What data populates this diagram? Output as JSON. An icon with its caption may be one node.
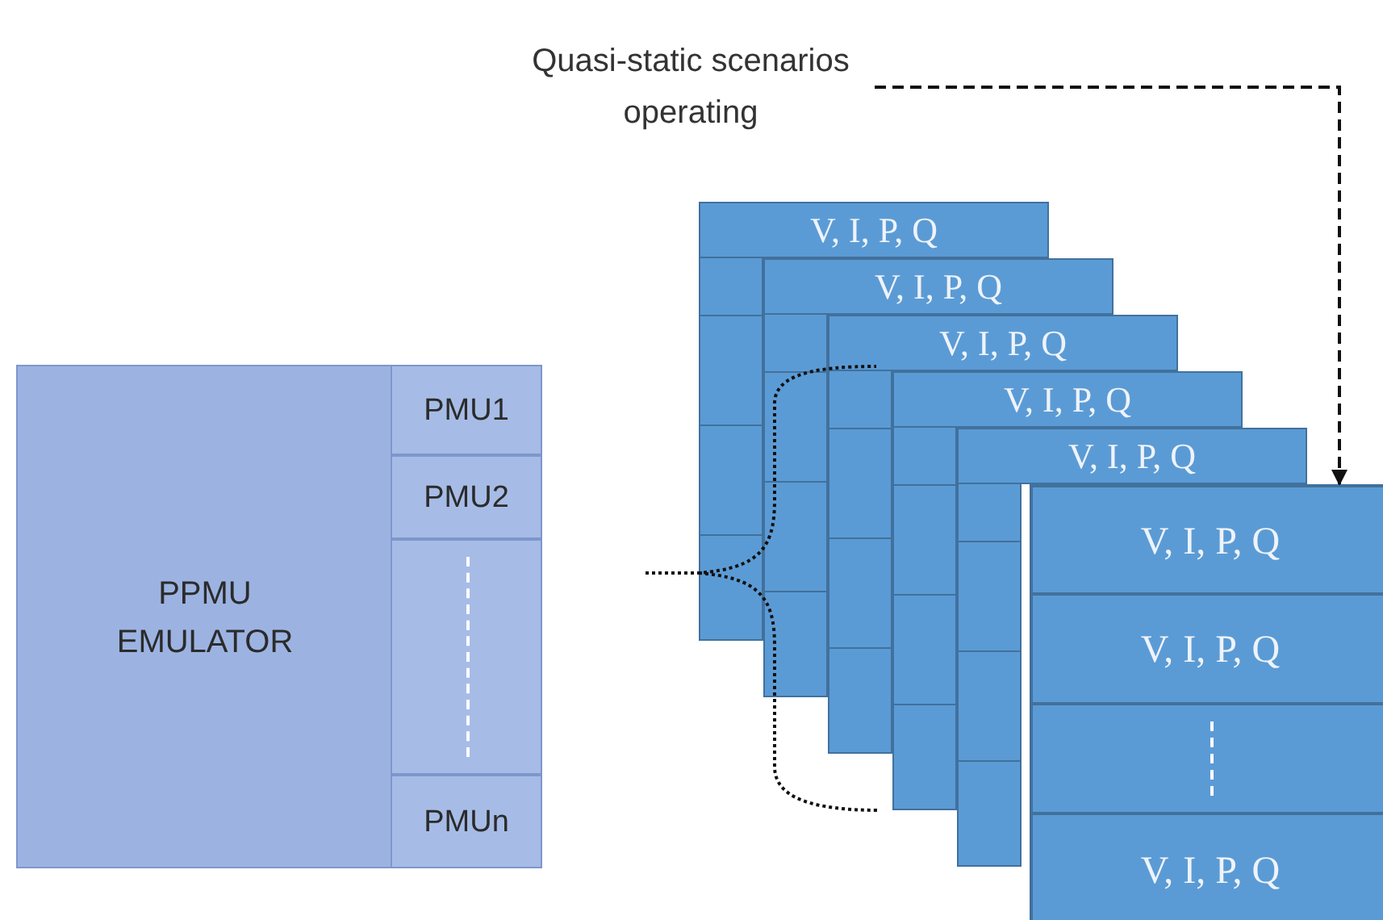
{
  "diagram": {
    "nodes": [
      {
        "text": [
          "PPMU EMULATOR"
        ]
      },
      {
        "text": [
          "PMU1"
        ]
      },
      {
        "text": [
          "PMU2"
        ]
      },
      {
        "text": [],
        "shape": "box"
      },
      {
        "text": [
          "PMUn"
        ]
      },
      {
        "text": [
          "V, I, P, Q"
        ]
      },
      {
        "text": [
          "V, I, P, Q"
        ]
      },
      {
        "text": [
          "V, I, P, Q"
        ]
      },
      {
        "text": [
          "V, I, P, Q"
        ]
      },
      {
        "text": [
          "V, I, P, Q"
        ]
      },
      {
        "text": [],
        "shape": "box"
      },
      {
        "text": [
          "V, I, P, Q"
        ],
        "in": 10
      },
      {
        "text": [
          "V, I, P, Q"
        ],
        "in": 10
      },
      {
        "text": [],
        "shape": "box",
        "in": 10
      },
      {
        "text": [
          "V, I, P, Q"
        ],
        "in": 10
      },
      {
        "text": [
          "Quasi-static scenarios operating"
        ]
      }
    ],
    "edges": [
      {
        "from": 15,
        "to": 10,
        "arrow": "to",
        "style": "dashed"
      }
    ]
  }
}
